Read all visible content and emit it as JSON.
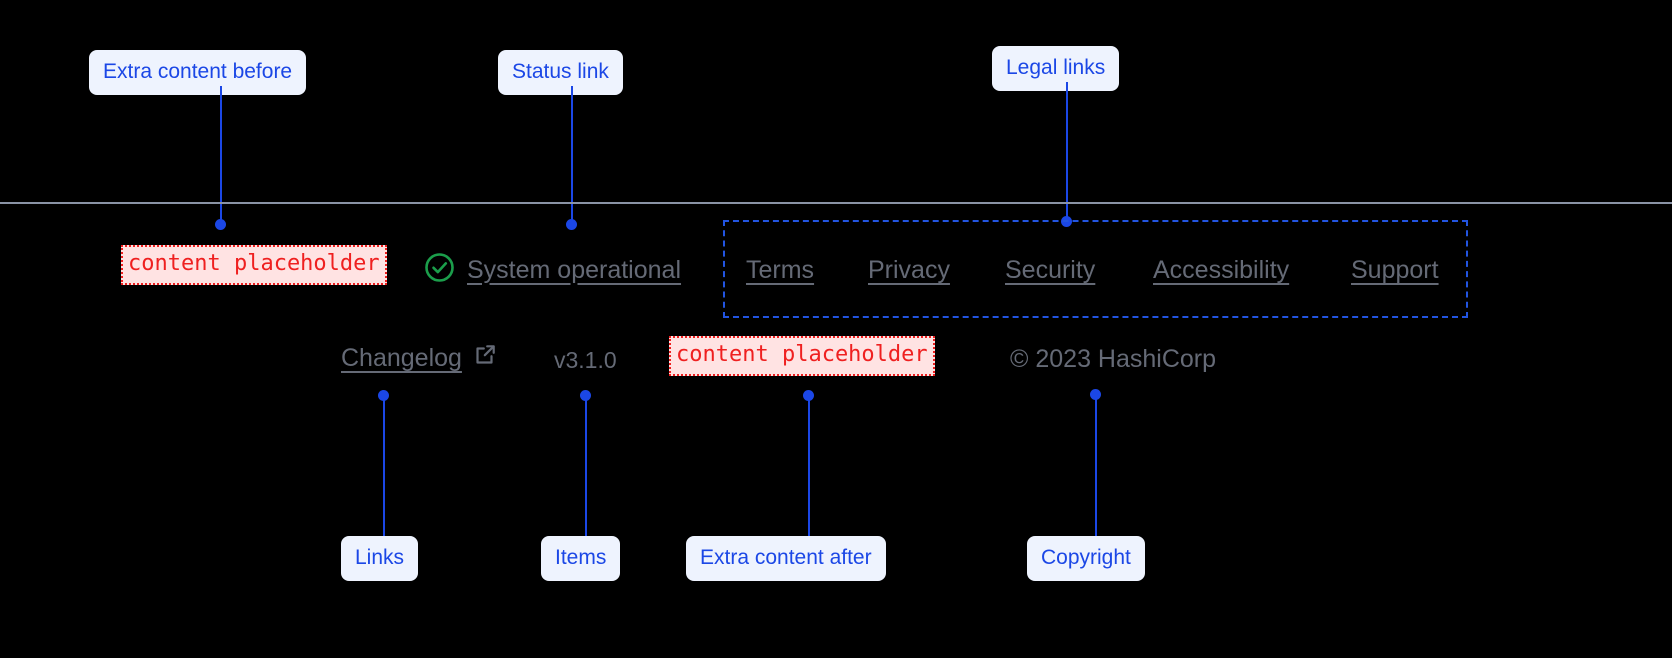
{
  "annotations": {
    "extra_before": "Extra content before",
    "status_link": "Status link",
    "legal_links": "Legal links",
    "links": "Links",
    "items": "Items",
    "extra_after": "Extra content after",
    "copyright": "Copyright"
  },
  "footer": {
    "placeholder_before": "content placeholder",
    "placeholder_after": "content placeholder",
    "status": {
      "icon": "check-circle-icon",
      "label": "System operational"
    },
    "legal_links": [
      {
        "label": "Terms"
      },
      {
        "label": "Privacy"
      },
      {
        "label": "Security"
      },
      {
        "label": "Accessibility"
      },
      {
        "label": "Support"
      }
    ],
    "changelog": {
      "label": "Changelog",
      "icon": "external-link-icon"
    },
    "version": "v3.1.0",
    "copyright": "© 2023 HashiCorp"
  },
  "colors": {
    "annotation": "#1b47e6",
    "annotation_bg": "#eef3fe",
    "placeholder": "#ef2020",
    "placeholder_bg": "#ffe3e3",
    "muted": "#656a76",
    "divider": "#8a93a5",
    "status_ok": "#1b9e4b",
    "background": "#000000"
  }
}
